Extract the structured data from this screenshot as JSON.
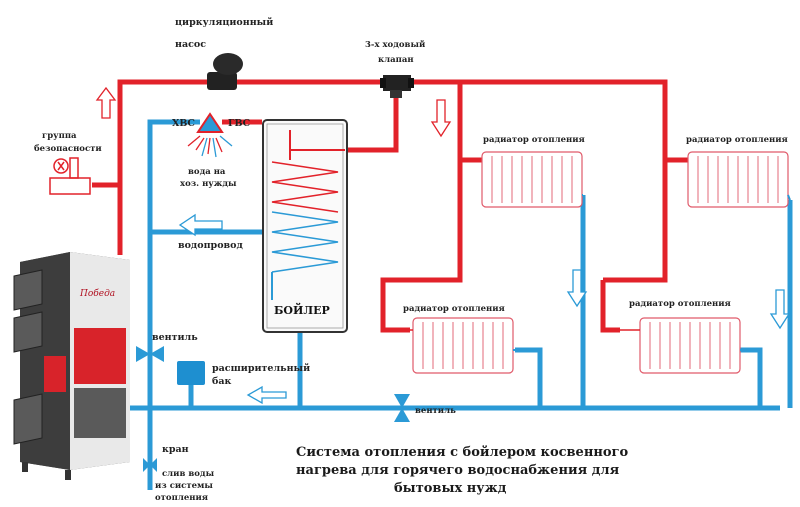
{
  "colors": {
    "hot_pipe": "#e2222a",
    "cold_pipe": "#2b9ad6",
    "radiator_outline": "#e05a6a",
    "tank_fill": "#1e8fd0",
    "boiler_red": "#d8232a",
    "boiler_gray": "#4a4a4a"
  },
  "labels": {
    "pump_line1": "циркуляционный",
    "pump_line2": "насос",
    "valve3_line1": "3-х ходовый",
    "valve3_line2": "клапан",
    "safety_line1": "группа",
    "safety_line2": "безопасности",
    "cold_water": "ХВС",
    "hot_water": "ГВС",
    "household_line1": "вода на",
    "household_line2": "хоз. нужды",
    "water_supply": "водопровод",
    "boiler": "БОЙЛЕР",
    "radiator": "радиатор отопления",
    "valve_left": "вентиль",
    "valve_bottom": "вентиль",
    "expansion_line1": "расширительный",
    "expansion_line2": "бак",
    "tap": "кран",
    "drain_line1": "слив воды",
    "drain_line2": "из системы",
    "drain_line3": "отопления",
    "logo": "Победа"
  },
  "caption": {
    "line1": "Система отопления с бойлером косвенного",
    "line2": "нагрева для горячего водоснабжения для",
    "line3": "бытовых нужд"
  }
}
